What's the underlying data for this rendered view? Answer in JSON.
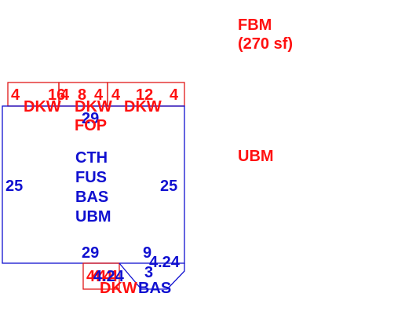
{
  "colors": {
    "primary_outline": "#1010d0",
    "addition_outline": "#e01818",
    "primary_text": "#1010d0",
    "addition_text": "#ff1010",
    "background": "#ffffff"
  },
  "labels": {
    "fbm_title": "FBM",
    "fbm_area": "(270 sf)",
    "ubm_right": "UBM",
    "deck_top": [
      "4",
      "16",
      "4",
      "8",
      "4",
      "4",
      "12",
      "4"
    ],
    "deck_top_labels": [
      "DKW",
      "DKW",
      "DKW"
    ],
    "fop": "FOP",
    "dim_top": "29",
    "dim_bottom": "29",
    "dim_left": "25",
    "dim_right": "25",
    "main_codes": [
      "CTH",
      "FUS",
      "BAS",
      "UBM"
    ],
    "stoop_dims": [
      "4",
      "4",
      "4",
      "4",
      "4"
    ],
    "stoop_label": "DKW",
    "bay_dims": [
      "9",
      "4.24",
      "3",
      "4.24"
    ],
    "bay_label": "BAS"
  }
}
